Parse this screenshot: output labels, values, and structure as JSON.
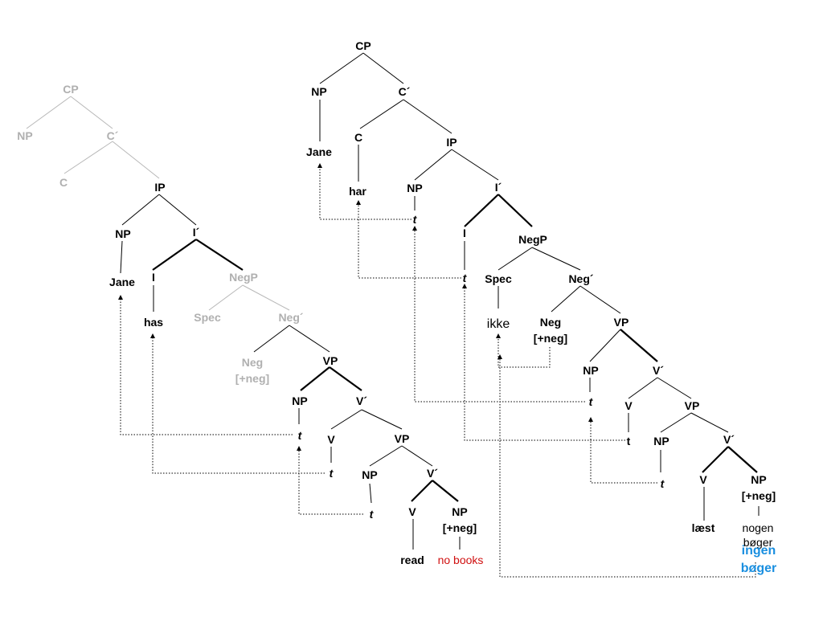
{
  "tree_english": {
    "CP": "CP",
    "NP_spec": "NP",
    "Cbar": "C´",
    "C": "C",
    "IP": "IP",
    "NP_subj": "NP",
    "Ibar": "I´",
    "Jane": "Jane",
    "I": "I",
    "has": "has",
    "NegP": "NegP",
    "Spec": "Spec",
    "Negbar": "Neg´",
    "Neg": "Neg",
    "Neg_feat": "[+neg]",
    "VP1": "VP",
    "NP_vp1": "NP",
    "t1": "t",
    "Vbar1": "V´",
    "V1": "V",
    "t2": "t",
    "VP2": "VP",
    "NP_vp2": "NP",
    "t3": "t",
    "Vbar2": "V´",
    "V2": "V",
    "NP_obj": "NP",
    "NP_obj_feat": "[+neg]",
    "read": "read",
    "no_books": "no books"
  },
  "tree_danish": {
    "CP": "CP",
    "NP_spec": "NP",
    "Cbar": "C´",
    "Jane": "Jane",
    "C": "C",
    "har": "har",
    "IP": "IP",
    "NP_subj": "NP",
    "t_subj": "t",
    "Ibar": "I´",
    "I": "I",
    "t_i": "t",
    "NegP": "NegP",
    "Spec": "Spec",
    "ikke": "ikke",
    "Negbar": "Neg´",
    "Neg": "Neg",
    "Neg_feat": "[+neg]",
    "VP1": "VP",
    "NP_vp1": "NP",
    "t_vp1": "t",
    "Vbar1": "V´",
    "V1": "V",
    "t_v1": "t",
    "VP2": "VP",
    "NP_vp2": "NP",
    "t_vp2": "t",
    "Vbar2": "V´",
    "V2": "V",
    "NP_obj": "NP",
    "NP_obj_feat": "[+neg]",
    "laest": "læst",
    "nogen": "nogen",
    "boger_plain": "bøger",
    "ingen": "ingen",
    "boger_blue": "bøger"
  },
  "colors": {
    "light": "#b0b0b0",
    "red": "#d01010",
    "blue": "#1a8fe0"
  }
}
